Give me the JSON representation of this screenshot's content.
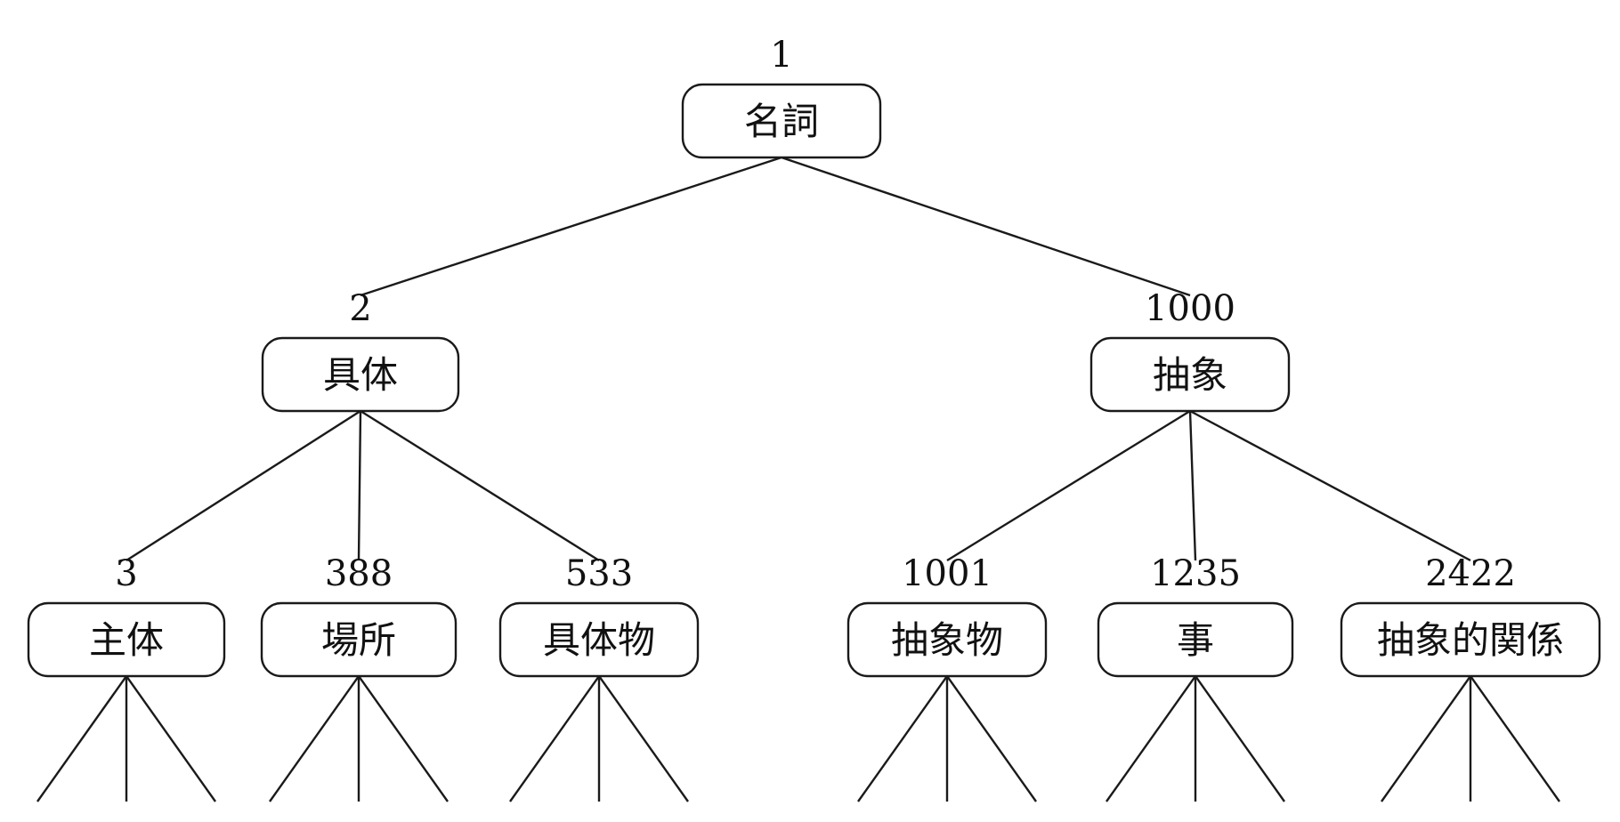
{
  "diagram": {
    "nodes": [
      {
        "key": "n1",
        "id": "1",
        "label": "名詞"
      },
      {
        "key": "n2",
        "id": "2",
        "label": "具体"
      },
      {
        "key": "n1000",
        "id": "1000",
        "label": "抽象"
      },
      {
        "key": "n3",
        "id": "3",
        "label": "主体"
      },
      {
        "key": "n388",
        "id": "388",
        "label": "場所"
      },
      {
        "key": "n533",
        "id": "533",
        "label": "具体物"
      },
      {
        "key": "n1001",
        "id": "1001",
        "label": "抽象物"
      },
      {
        "key": "n1235",
        "id": "1235",
        "label": "事"
      },
      {
        "key": "n2422",
        "id": "2422",
        "label": "抽象的関係"
      }
    ],
    "edges": [
      [
        "n1",
        "n2"
      ],
      [
        "n1",
        "n1000"
      ],
      [
        "n2",
        "n3"
      ],
      [
        "n2",
        "n388"
      ],
      [
        "n2",
        "n533"
      ],
      [
        "n1000",
        "n1001"
      ],
      [
        "n1000",
        "n1235"
      ],
      [
        "n1000",
        "n2422"
      ]
    ],
    "leaf_stubs": [
      "n3",
      "n388",
      "n533",
      "n1001",
      "n1235",
      "n2422"
    ]
  }
}
